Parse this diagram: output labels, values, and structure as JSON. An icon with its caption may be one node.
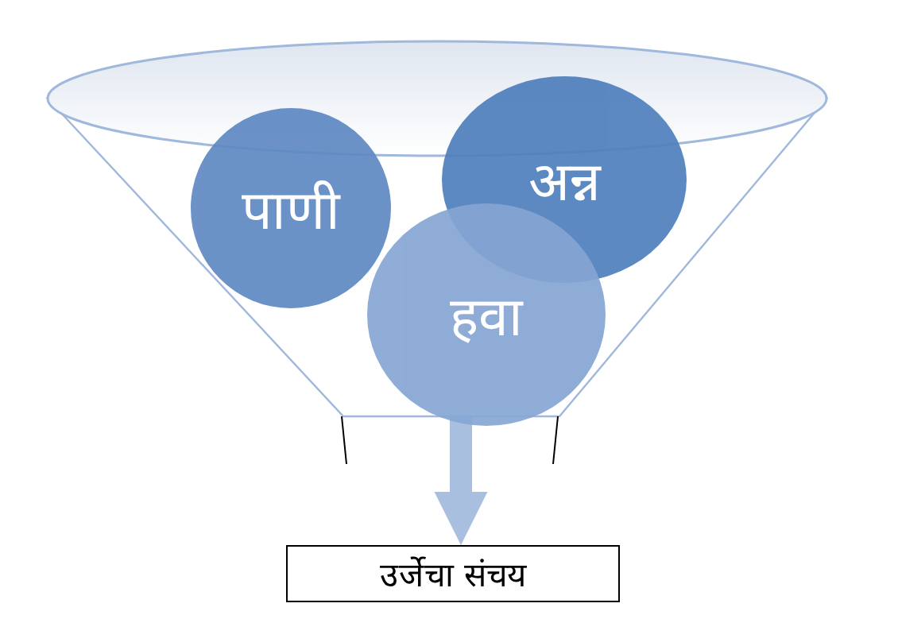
{
  "diagram": {
    "nodes": [
      {
        "text": [],
        "shape": "funnel"
      },
      {
        "text": [
          "पाणी"
        ],
        "in": 0
      },
      {
        "text": [
          "अन्न"
        ],
        "in": 0
      },
      {
        "text": [
          "हवा"
        ],
        "in": 0
      },
      {
        "text": [
          "उर्जेचा संचय"
        ]
      }
    ],
    "edges": [
      {
        "from": 0,
        "to": 4,
        "arrow": "to"
      }
    ]
  }
}
